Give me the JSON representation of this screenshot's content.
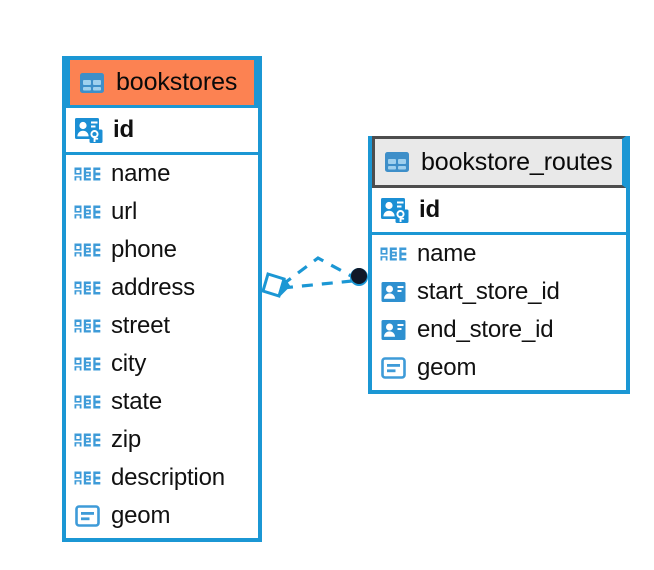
{
  "diagram": {
    "type": "er-diagram",
    "background": "#ffffff",
    "accent_color": "#1B97D4",
    "highlight_color": "#FC8252",
    "selection_border_color": "#4d4d4d",
    "header_grey": "#E9E9E9"
  },
  "entities": [
    {
      "name": "bookstores",
      "icon": "table-grid-icon",
      "header_style": "orange",
      "selected": false,
      "columns": [
        {
          "label": "id",
          "icon": "primary-key-icon",
          "key": true
        },
        {
          "label": "name",
          "icon": "text-abc-icon",
          "key": false
        },
        {
          "label": "url",
          "icon": "text-abc-icon",
          "key": false
        },
        {
          "label": "phone",
          "icon": "text-abc-icon",
          "key": false
        },
        {
          "label": "address",
          "icon": "text-abc-icon",
          "key": false
        },
        {
          "label": "street",
          "icon": "text-abc-icon",
          "key": false
        },
        {
          "label": "city",
          "icon": "text-abc-icon",
          "key": false
        },
        {
          "label": "state",
          "icon": "text-abc-icon",
          "key": false
        },
        {
          "label": "zip",
          "icon": "text-abc-icon",
          "key": false
        },
        {
          "label": "description",
          "icon": "text-abc-icon",
          "key": false
        },
        {
          "label": "geom",
          "icon": "geometry-icon",
          "key": false
        }
      ]
    },
    {
      "name": "bookstore_routes",
      "icon": "table-grid-icon",
      "header_style": "grey-selected",
      "selected": true,
      "columns": [
        {
          "label": "id",
          "icon": "primary-key-icon",
          "key": true
        },
        {
          "label": "name",
          "icon": "text-abc-icon",
          "key": false
        },
        {
          "label": "start_store_id",
          "icon": "foreign-key-icon",
          "key": false
        },
        {
          "label": "end_store_id",
          "icon": "foreign-key-icon",
          "key": false
        },
        {
          "label": "geom",
          "icon": "geometry-icon",
          "key": false
        }
      ]
    }
  ],
  "relationships": [
    {
      "from": "bookstore_routes.start_store_id",
      "to": "bookstores.id",
      "style": "dashed",
      "color": "#1B97D4",
      "source_marker": "filled-circle",
      "target_marker": "open-diamond"
    },
    {
      "from": "bookstore_routes.end_store_id",
      "to": "bookstores.id",
      "style": "dashed",
      "color": "#1B97D4",
      "source_marker": "filled-circle",
      "target_marker": "open-diamond"
    }
  ]
}
